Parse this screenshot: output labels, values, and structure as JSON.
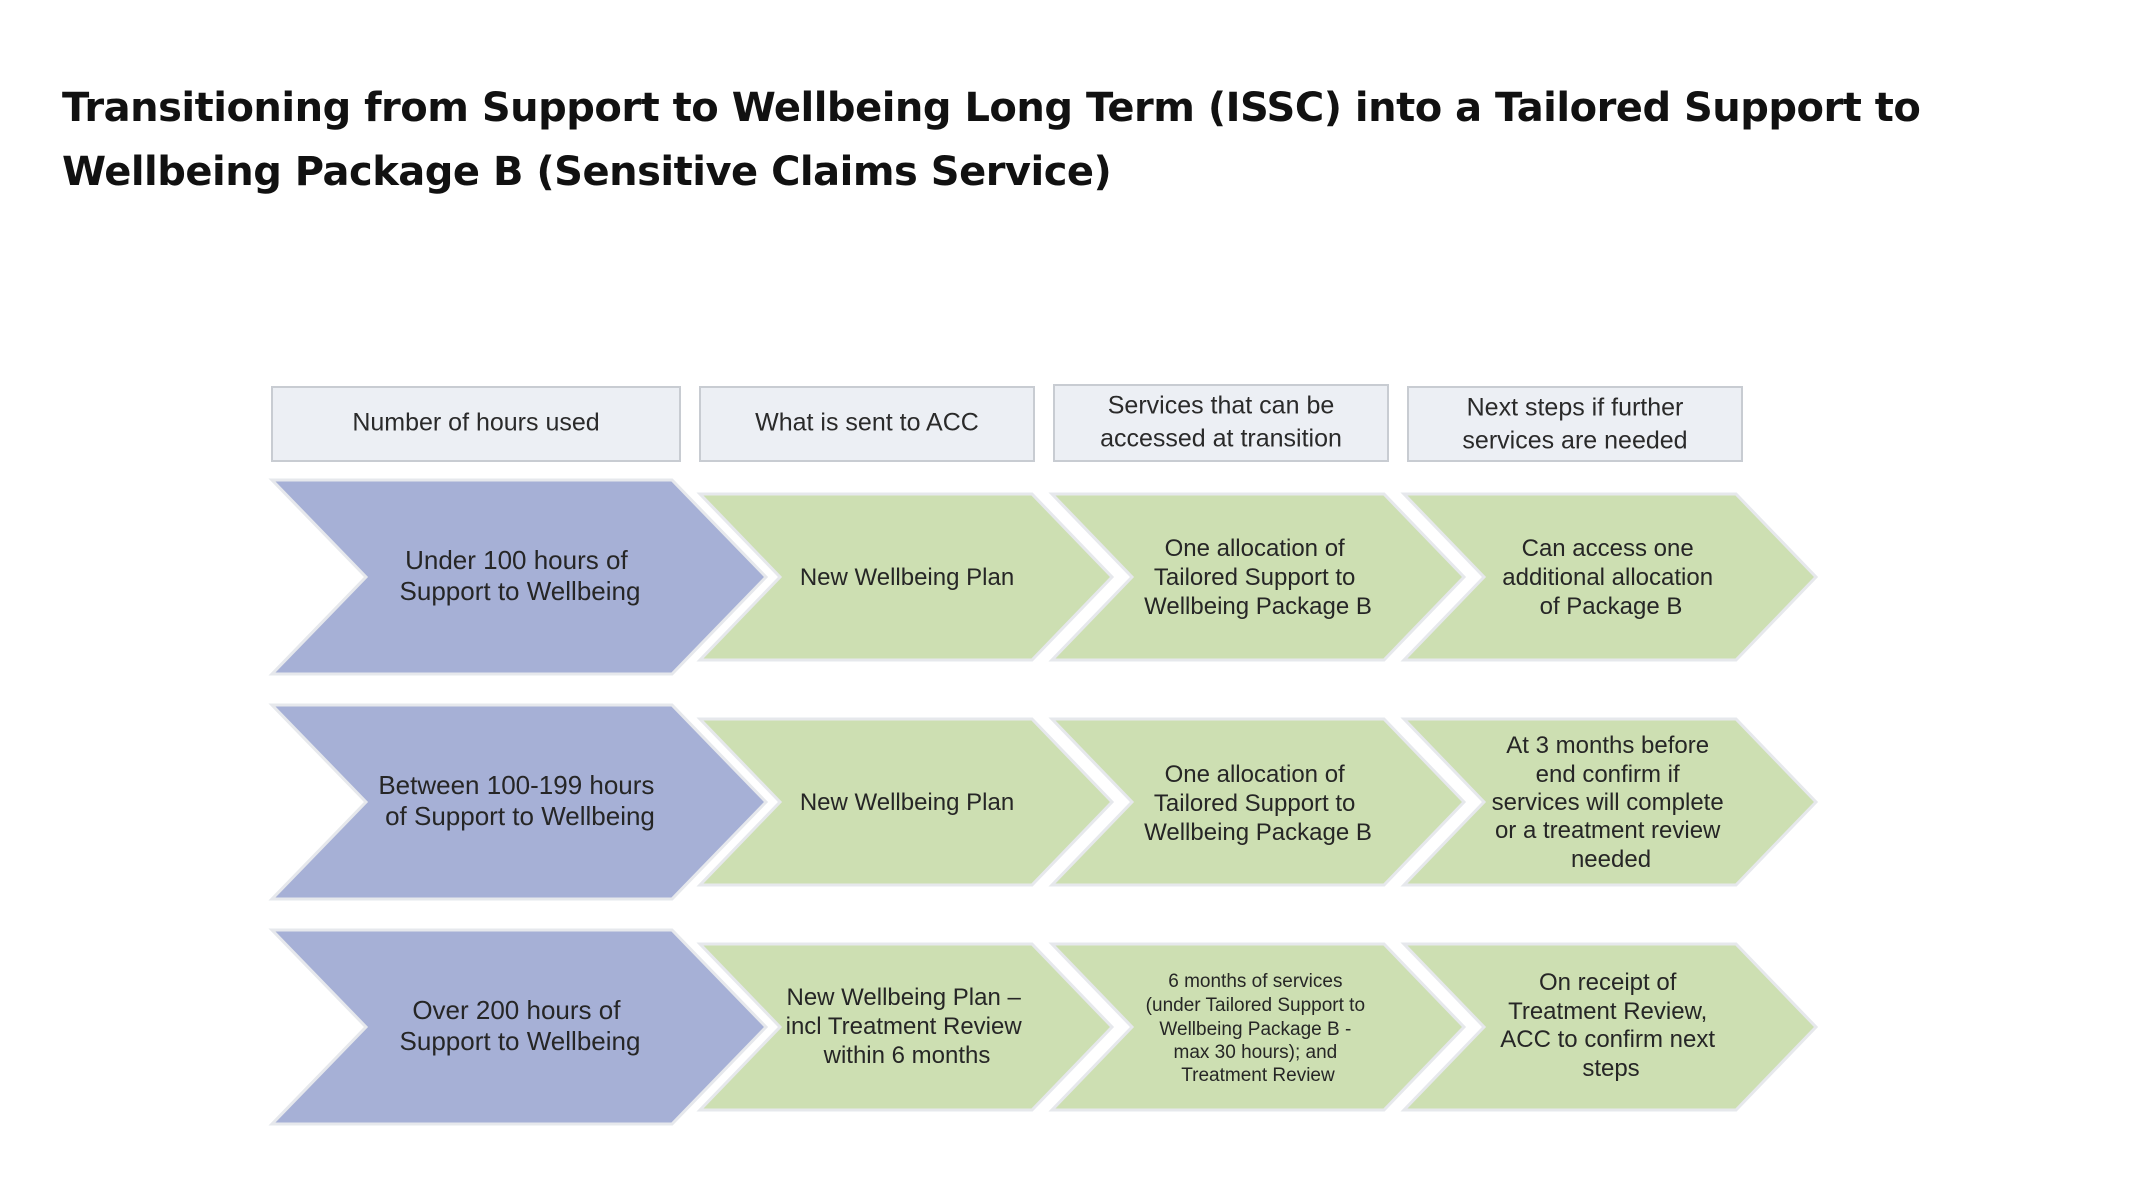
{
  "title": "Transitioning from Support to Wellbeing Long Term (ISSC) into a Tailored Support to Wellbeing Package B (Sensitive Claims Service)",
  "headers": [
    "Number of hours used",
    "What is sent to ACC",
    "Services that can be accessed at transition",
    "Next steps if further services are needed"
  ],
  "rows": [
    {
      "hours": "Under 100 hours of Support to Wellbeing",
      "sent": "New Wellbeing Plan",
      "services": "One allocation of Tailored Support to Wellbeing Package B",
      "next": "Can access one additional allocation of Package B"
    },
    {
      "hours": "Between 100-199 hours of Support to Wellbeing",
      "sent": "New Wellbeing Plan",
      "services": "One allocation of Tailored Support to Wellbeing Package B",
      "next": "At 3 months before end confirm if services will complete or a treatment review needed"
    },
    {
      "hours": "Over 200 hours of Support to Wellbeing",
      "sent": "New Wellbeing Plan – incl Treatment Review within 6 months",
      "services": "6 months of services (under Tailored Support to Wellbeing Package B - max 30 hours); and Treatment Review",
      "next": "On receipt of Treatment Review, ACC to confirm next steps"
    }
  ],
  "colors": {
    "header_fill": "#eceff4",
    "header_border": "#c8ccd2",
    "purple_chevron": "#a6b0d6",
    "green_chevron": "#cddfb2",
    "chevron_outline": "#e6e8ec",
    "text": "#262626"
  }
}
